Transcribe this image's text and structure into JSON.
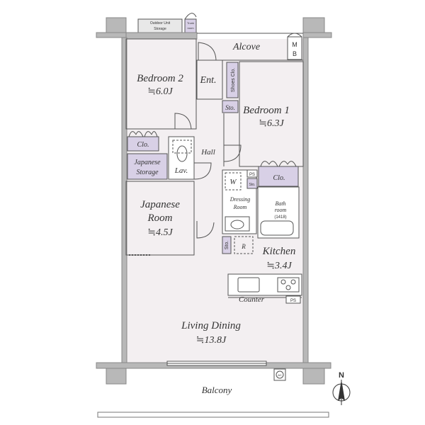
{
  "rooms": {
    "bedroom2": {
      "name": "Bedroom 2",
      "area": "≒6.0J"
    },
    "bedroom1": {
      "name": "Bedroom 1",
      "area": "≒6.3J"
    },
    "japanese": {
      "name_line1": "Japanese",
      "name_line2": "Room",
      "area": "≒4.5J"
    },
    "kitchen": {
      "name": "Kitchen",
      "area": "≒3.4J"
    },
    "living": {
      "name": "Living Dining",
      "area": "≒13.8J"
    }
  },
  "labels": {
    "alcove": "Alcove",
    "mb_line1": "M",
    "mb_line2": "B",
    "entrance": "Ent.",
    "shoes": "Shoes Clo.",
    "hall": "Hall",
    "sto": "Sto.",
    "clo": "Clo.",
    "japanese_storage_line1": "Japanese",
    "japanese_storage_line2": "Storage",
    "lav": "Lav.",
    "washer": "W",
    "ps": "PS",
    "dressing_line1": "Dressing",
    "dressing_line2": "Room",
    "bath_line1": "Bath",
    "bath_line2": "room",
    "bath_size": "(1418)",
    "refrigerator": "R",
    "counter": "Counter",
    "balcony": "Balcony",
    "outdoor_unit_line1": "Outdoor Unit",
    "outdoor_unit_line2": "Storage",
    "trunk_line1": "Trunk",
    "trunk_line2": "room",
    "ac": "AC",
    "north": "N"
  }
}
